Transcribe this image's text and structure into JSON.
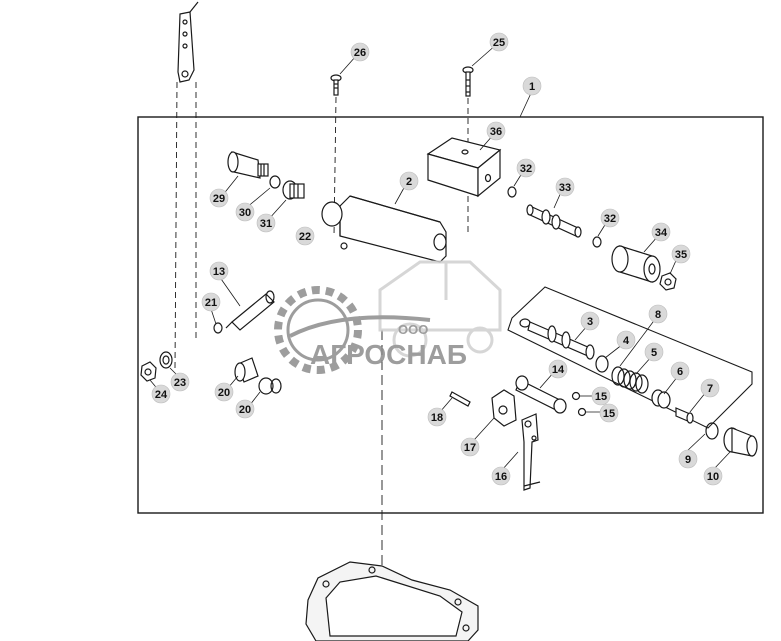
{
  "diagram": {
    "callouts": [
      {
        "num": "1"
      },
      {
        "num": "2"
      },
      {
        "num": "4"
      },
      {
        "num": "5"
      },
      {
        "num": "6"
      },
      {
        "num": "7"
      },
      {
        "num": "8"
      },
      {
        "num": "9"
      },
      {
        "num": "10"
      },
      {
        "num": "13"
      },
      {
        "num": "14"
      },
      {
        "num": "15a",
        "label": "15"
      },
      {
        "num": "15b",
        "label": "15"
      },
      {
        "num": "16"
      },
      {
        "num": "17"
      },
      {
        "num": "18"
      },
      {
        "num": "20a",
        "label": "20"
      },
      {
        "num": "20b",
        "label": "20"
      },
      {
        "num": "21"
      },
      {
        "num": "22"
      },
      {
        "num": "23"
      },
      {
        "num": "24"
      },
      {
        "num": "25"
      },
      {
        "num": "26"
      },
      {
        "num": "29"
      },
      {
        "num": "30"
      },
      {
        "num": "31"
      },
      {
        "num": "32a",
        "label": "32"
      },
      {
        "num": "32b",
        "label": "32"
      },
      {
        "num": "33"
      },
      {
        "num": "34"
      },
      {
        "num": "35"
      },
      {
        "num": "36"
      },
      {
        "num": "3"
      }
    ]
  },
  "watermark": {
    "company_prefix": "ООО",
    "company_name": "АГРОСНАБ"
  },
  "colors": {
    "line": "#1a1a1a",
    "callout_fill": "#d9d9d9",
    "watermark_gray": "#8c8c8c",
    "watermark_light": "#cfcfcf"
  }
}
